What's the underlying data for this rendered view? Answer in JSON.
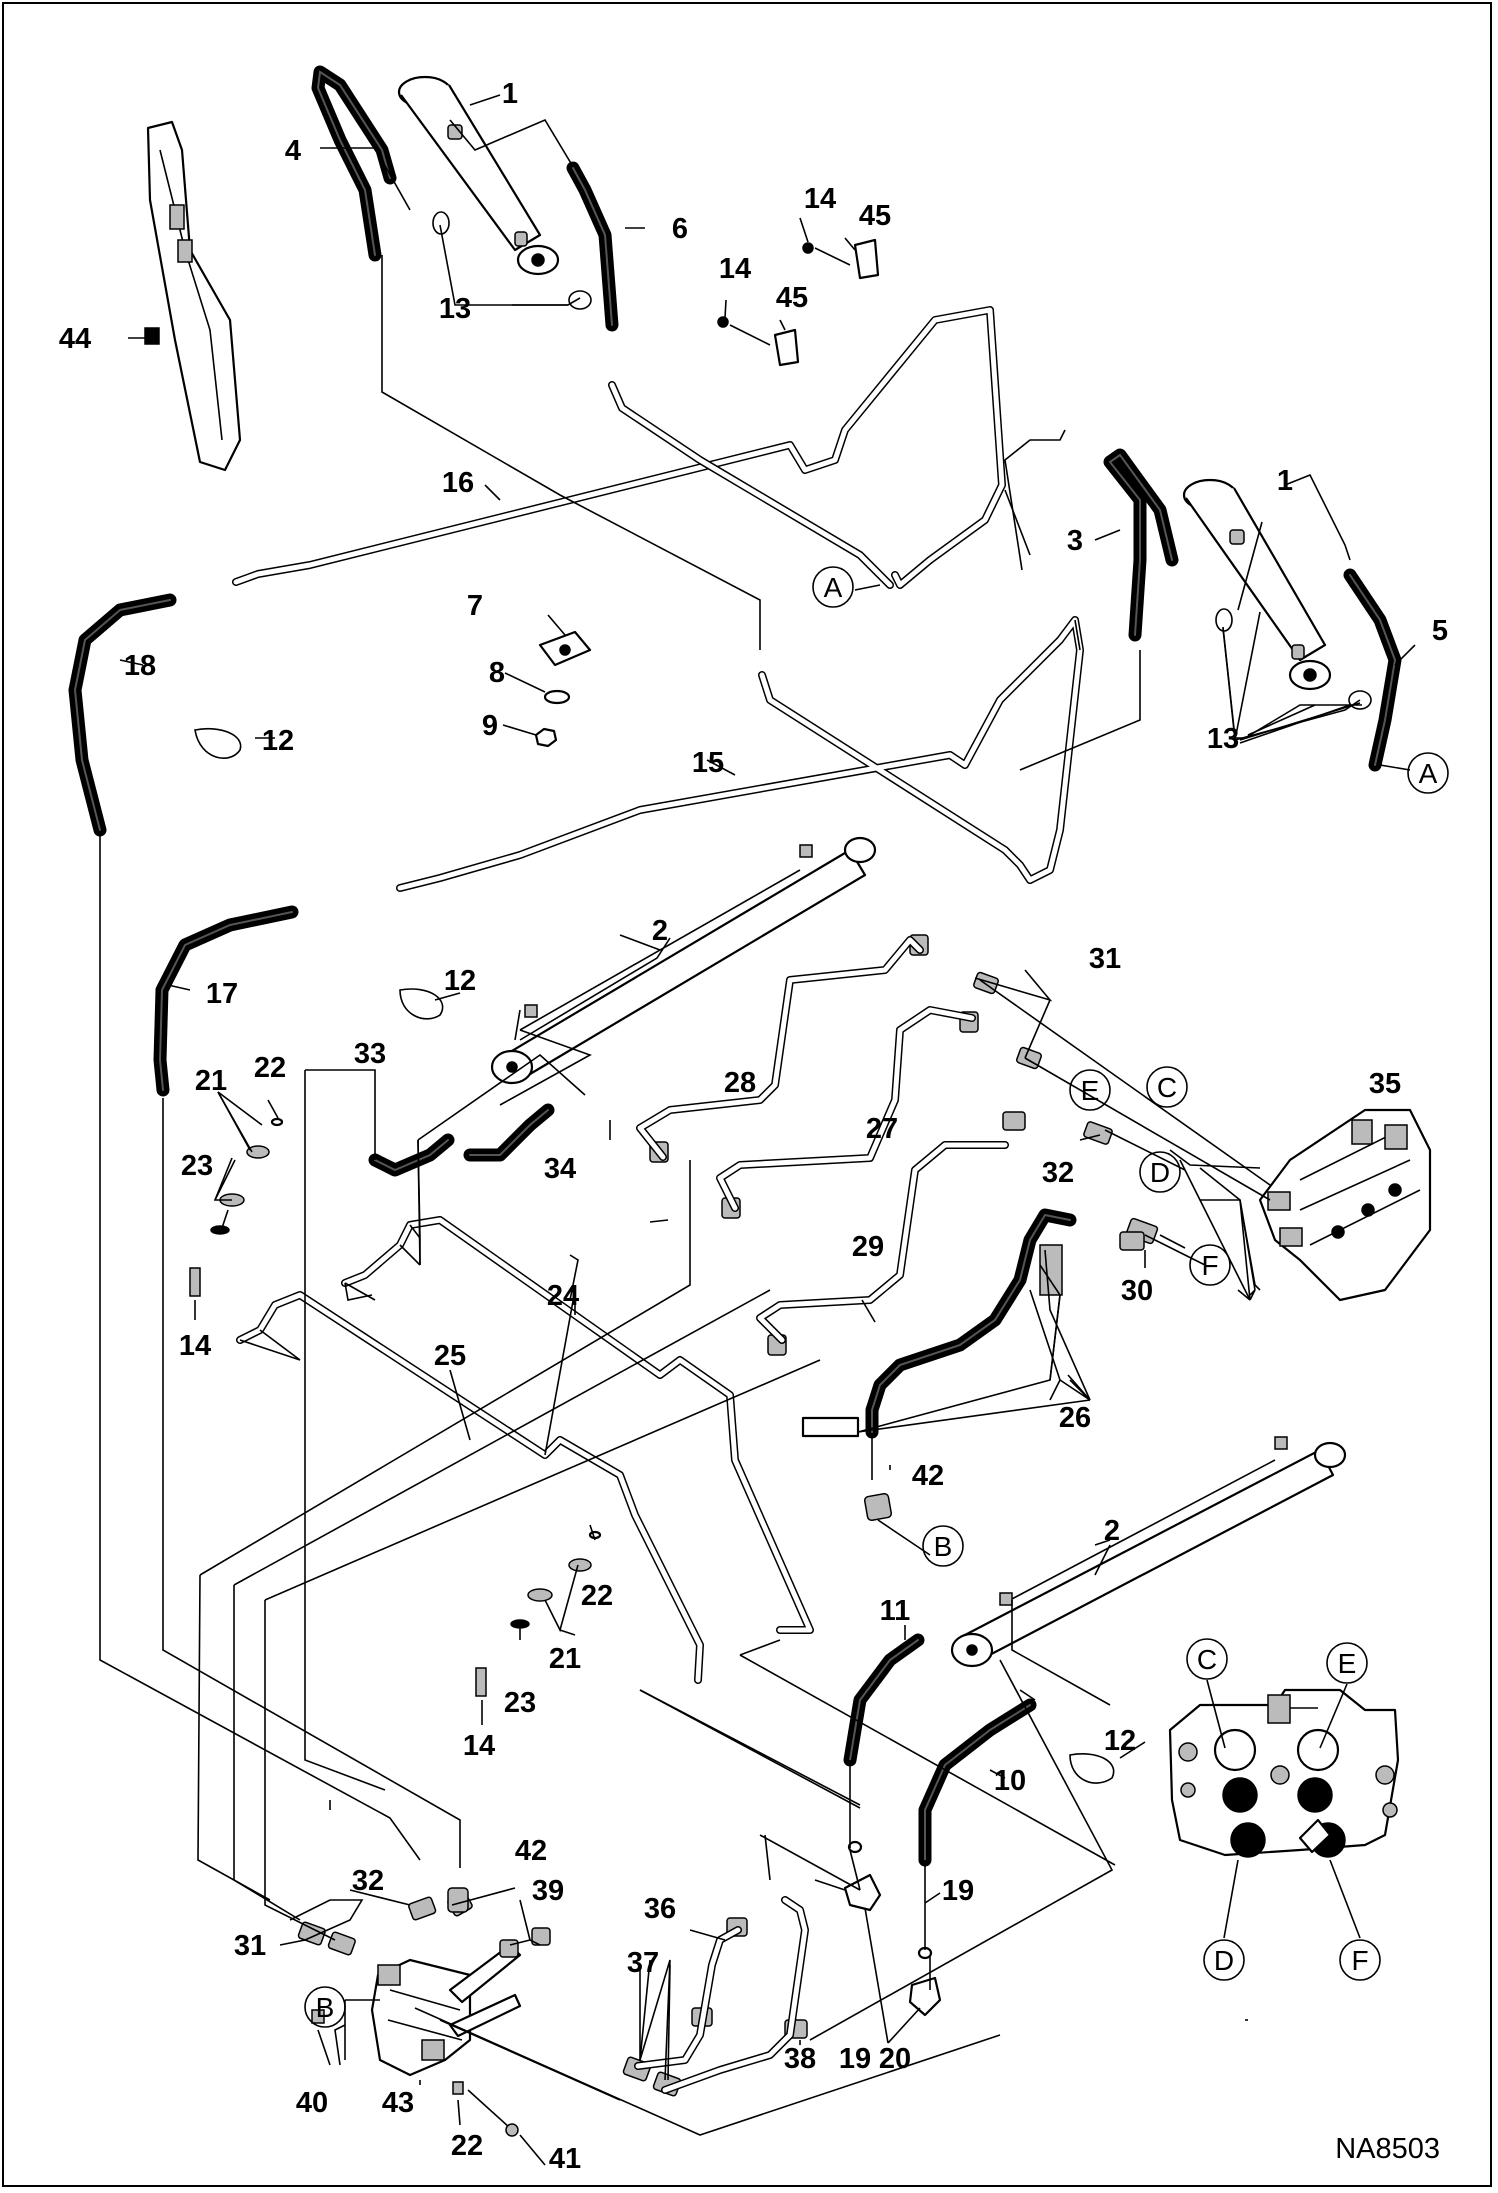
{
  "diagram": {
    "ref_code": "NA8503",
    "callouts": [
      "1",
      "1",
      "2",
      "2",
      "3",
      "4",
      "5",
      "6",
      "7",
      "8",
      "9",
      "10",
      "11",
      "12",
      "12",
      "12",
      "13",
      "13",
      "14",
      "14",
      "14",
      "14",
      "15",
      "16",
      "17",
      "18",
      "19",
      "19",
      "20",
      "21",
      "21",
      "22",
      "22",
      "22",
      "23",
      "23",
      "24",
      "25",
      "26",
      "27",
      "28",
      "29",
      "30",
      "31",
      "31",
      "32",
      "32",
      "33",
      "34",
      "35",
      "36",
      "37",
      "38",
      "39",
      "40",
      "41",
      "42",
      "42",
      "43",
      "44",
      "45",
      "45"
    ],
    "connection_letters": [
      "A",
      "A",
      "B",
      "B",
      "C",
      "C",
      "D",
      "D",
      "E",
      "E",
      "F",
      "F"
    ]
  }
}
